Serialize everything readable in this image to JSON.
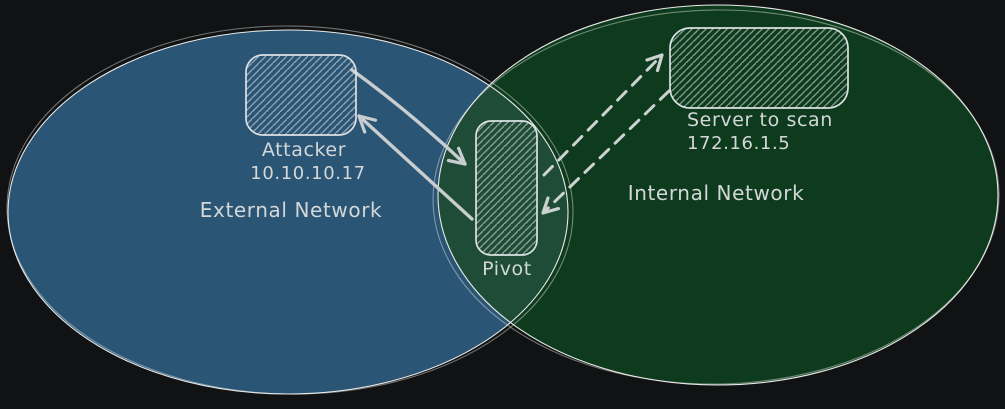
{
  "colors": {
    "background": "#111213",
    "external_network_fill": "#2a5574",
    "internal_network_fill": "#0e3b1d",
    "overlap_fill": "#1e4c36",
    "outline": "#e9eae8",
    "node_border": "#dce1e3",
    "hatch": "#dfe5e8",
    "arrow": "#c8cdcf",
    "text": "#d3d7d8"
  },
  "networks": {
    "external": {
      "label": "External Network"
    },
    "internal": {
      "label": "Internal Network"
    }
  },
  "nodes": {
    "attacker": {
      "label": "Attacker",
      "ip": "10.10.10.17",
      "network": "external"
    },
    "pivot": {
      "label": "Pivot",
      "network": "overlap"
    },
    "server": {
      "label": "Server to scan",
      "ip": "172.16.1.5",
      "network": "internal"
    }
  },
  "connections": [
    {
      "from": "attacker",
      "to": "pivot",
      "style": "solid"
    },
    {
      "from": "pivot",
      "to": "attacker",
      "style": "solid"
    },
    {
      "from": "pivot",
      "to": "server",
      "style": "dashed"
    },
    {
      "from": "server",
      "to": "pivot",
      "style": "dashed"
    }
  ]
}
